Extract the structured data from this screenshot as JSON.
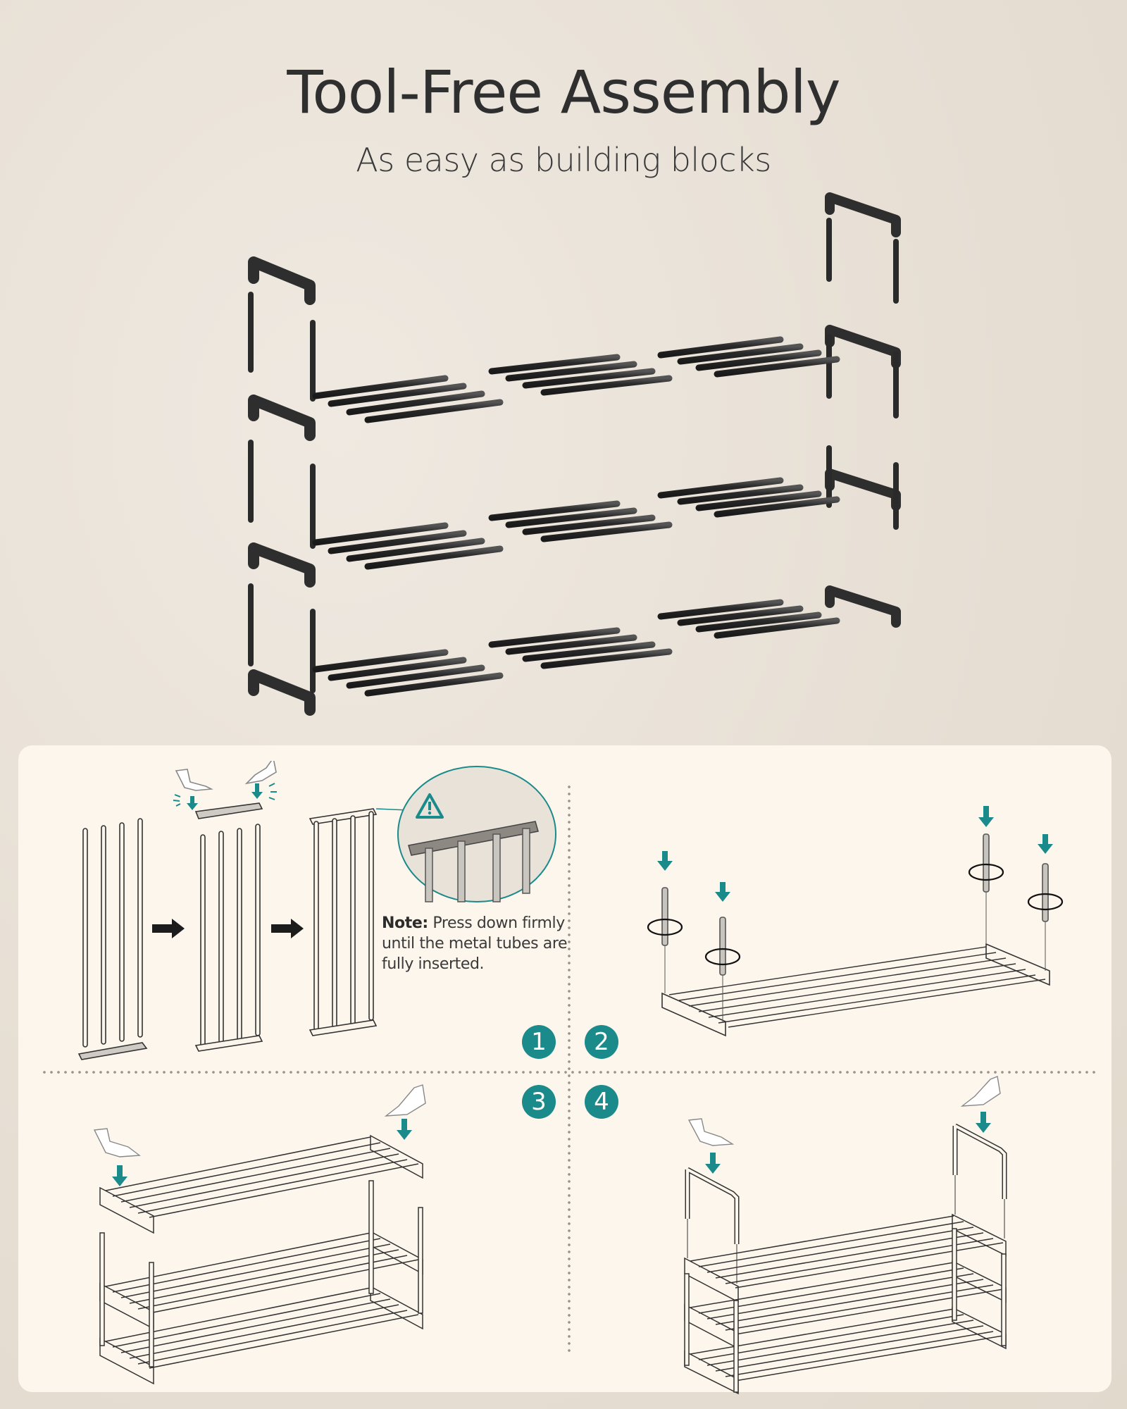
{
  "header": {
    "title": "Tool-Free Assembly",
    "subtitle": "As easy as building blocks"
  },
  "hero": {
    "illustration": "exploded-view-3-tier-shoe-rack",
    "tiers": 3,
    "rods_per_tier_section": 4,
    "sections_per_tier": 3,
    "part_color": "#2e2e2e"
  },
  "instructions": {
    "accent_color": "#1b8a8a",
    "steps": [
      {
        "number": "1",
        "illustration": "insert-rods-into-side-connectors"
      },
      {
        "number": "2",
        "illustration": "twist-in-vertical-poles-on-bottom-tier"
      },
      {
        "number": "3",
        "illustration": "stack-tiers-and-press-down"
      },
      {
        "number": "4",
        "illustration": "attach-top-handles-and-press-down"
      }
    ],
    "note": {
      "label": "Note:",
      "text": " Press down firmly until the metal tubes are fully inserted."
    },
    "callout_icon": "warning-icon"
  },
  "colors": {
    "background": "#e7dfd4",
    "panel": "#fdf6ec",
    "title_text": "#2f2f2f",
    "divider_dots": "#9c958c"
  }
}
